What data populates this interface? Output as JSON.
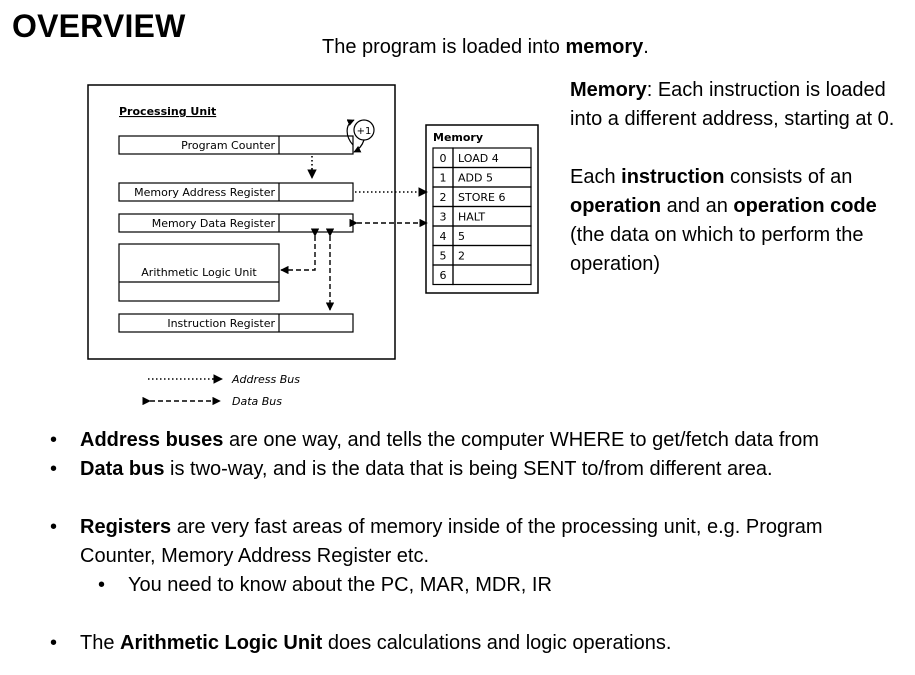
{
  "title": "OVERVIEW",
  "subtitle": {
    "text": "The program is loaded into ",
    "bold": "memory",
    "end": "."
  },
  "memory_desc": {
    "bold": "Memory",
    "text": ": Each instruction is loaded into a different address, starting at 0."
  },
  "instruction_desc": {
    "t1": "Each ",
    "b1": "instruction",
    "t2": " consists of an ",
    "b2": "operation",
    "t3": " and an ",
    "b3": "operation code",
    "t4": " (the data on which to perform the operation)"
  },
  "diagram": {
    "processing_unit_label": "Processing Unit",
    "program_counter": "Program Counter",
    "increment": "+1",
    "mar": "Memory Address Register",
    "mdr": "Memory Data Register",
    "alu": "Arithmetic Logic Unit",
    "ir": "Instruction Register",
    "memory_label": "Memory",
    "memory_cells": [
      {
        "addr": "0",
        "content": "LOAD 4"
      },
      {
        "addr": "1",
        "content": "ADD 5"
      },
      {
        "addr": "2",
        "content": "STORE 6"
      },
      {
        "addr": "3",
        "content": "HALT"
      },
      {
        "addr": "4",
        "content": "5"
      },
      {
        "addr": "5",
        "content": "2"
      },
      {
        "addr": "6",
        "content": ""
      }
    ],
    "legend_address": "Address Bus",
    "legend_data": "Data Bus"
  },
  "bullets": [
    {
      "bold": "Address buses",
      "text": " are one way, and tells the computer WHERE to get/fetch data from"
    },
    {
      "bold": "Data bus",
      "text": " is two-way, and is the data that is being SENT to/from different area."
    },
    {
      "bold": "Registers",
      "text": " are very fast areas of memory inside of the processing unit, e.g. Program Counter, Memory Address Register etc."
    },
    {
      "text": "You need to know about the PC, MAR, MDR, IR"
    },
    {
      "pre": "The ",
      "bold": "Arithmetic Logic Unit",
      "text": " does calculations and logic operations."
    }
  ]
}
